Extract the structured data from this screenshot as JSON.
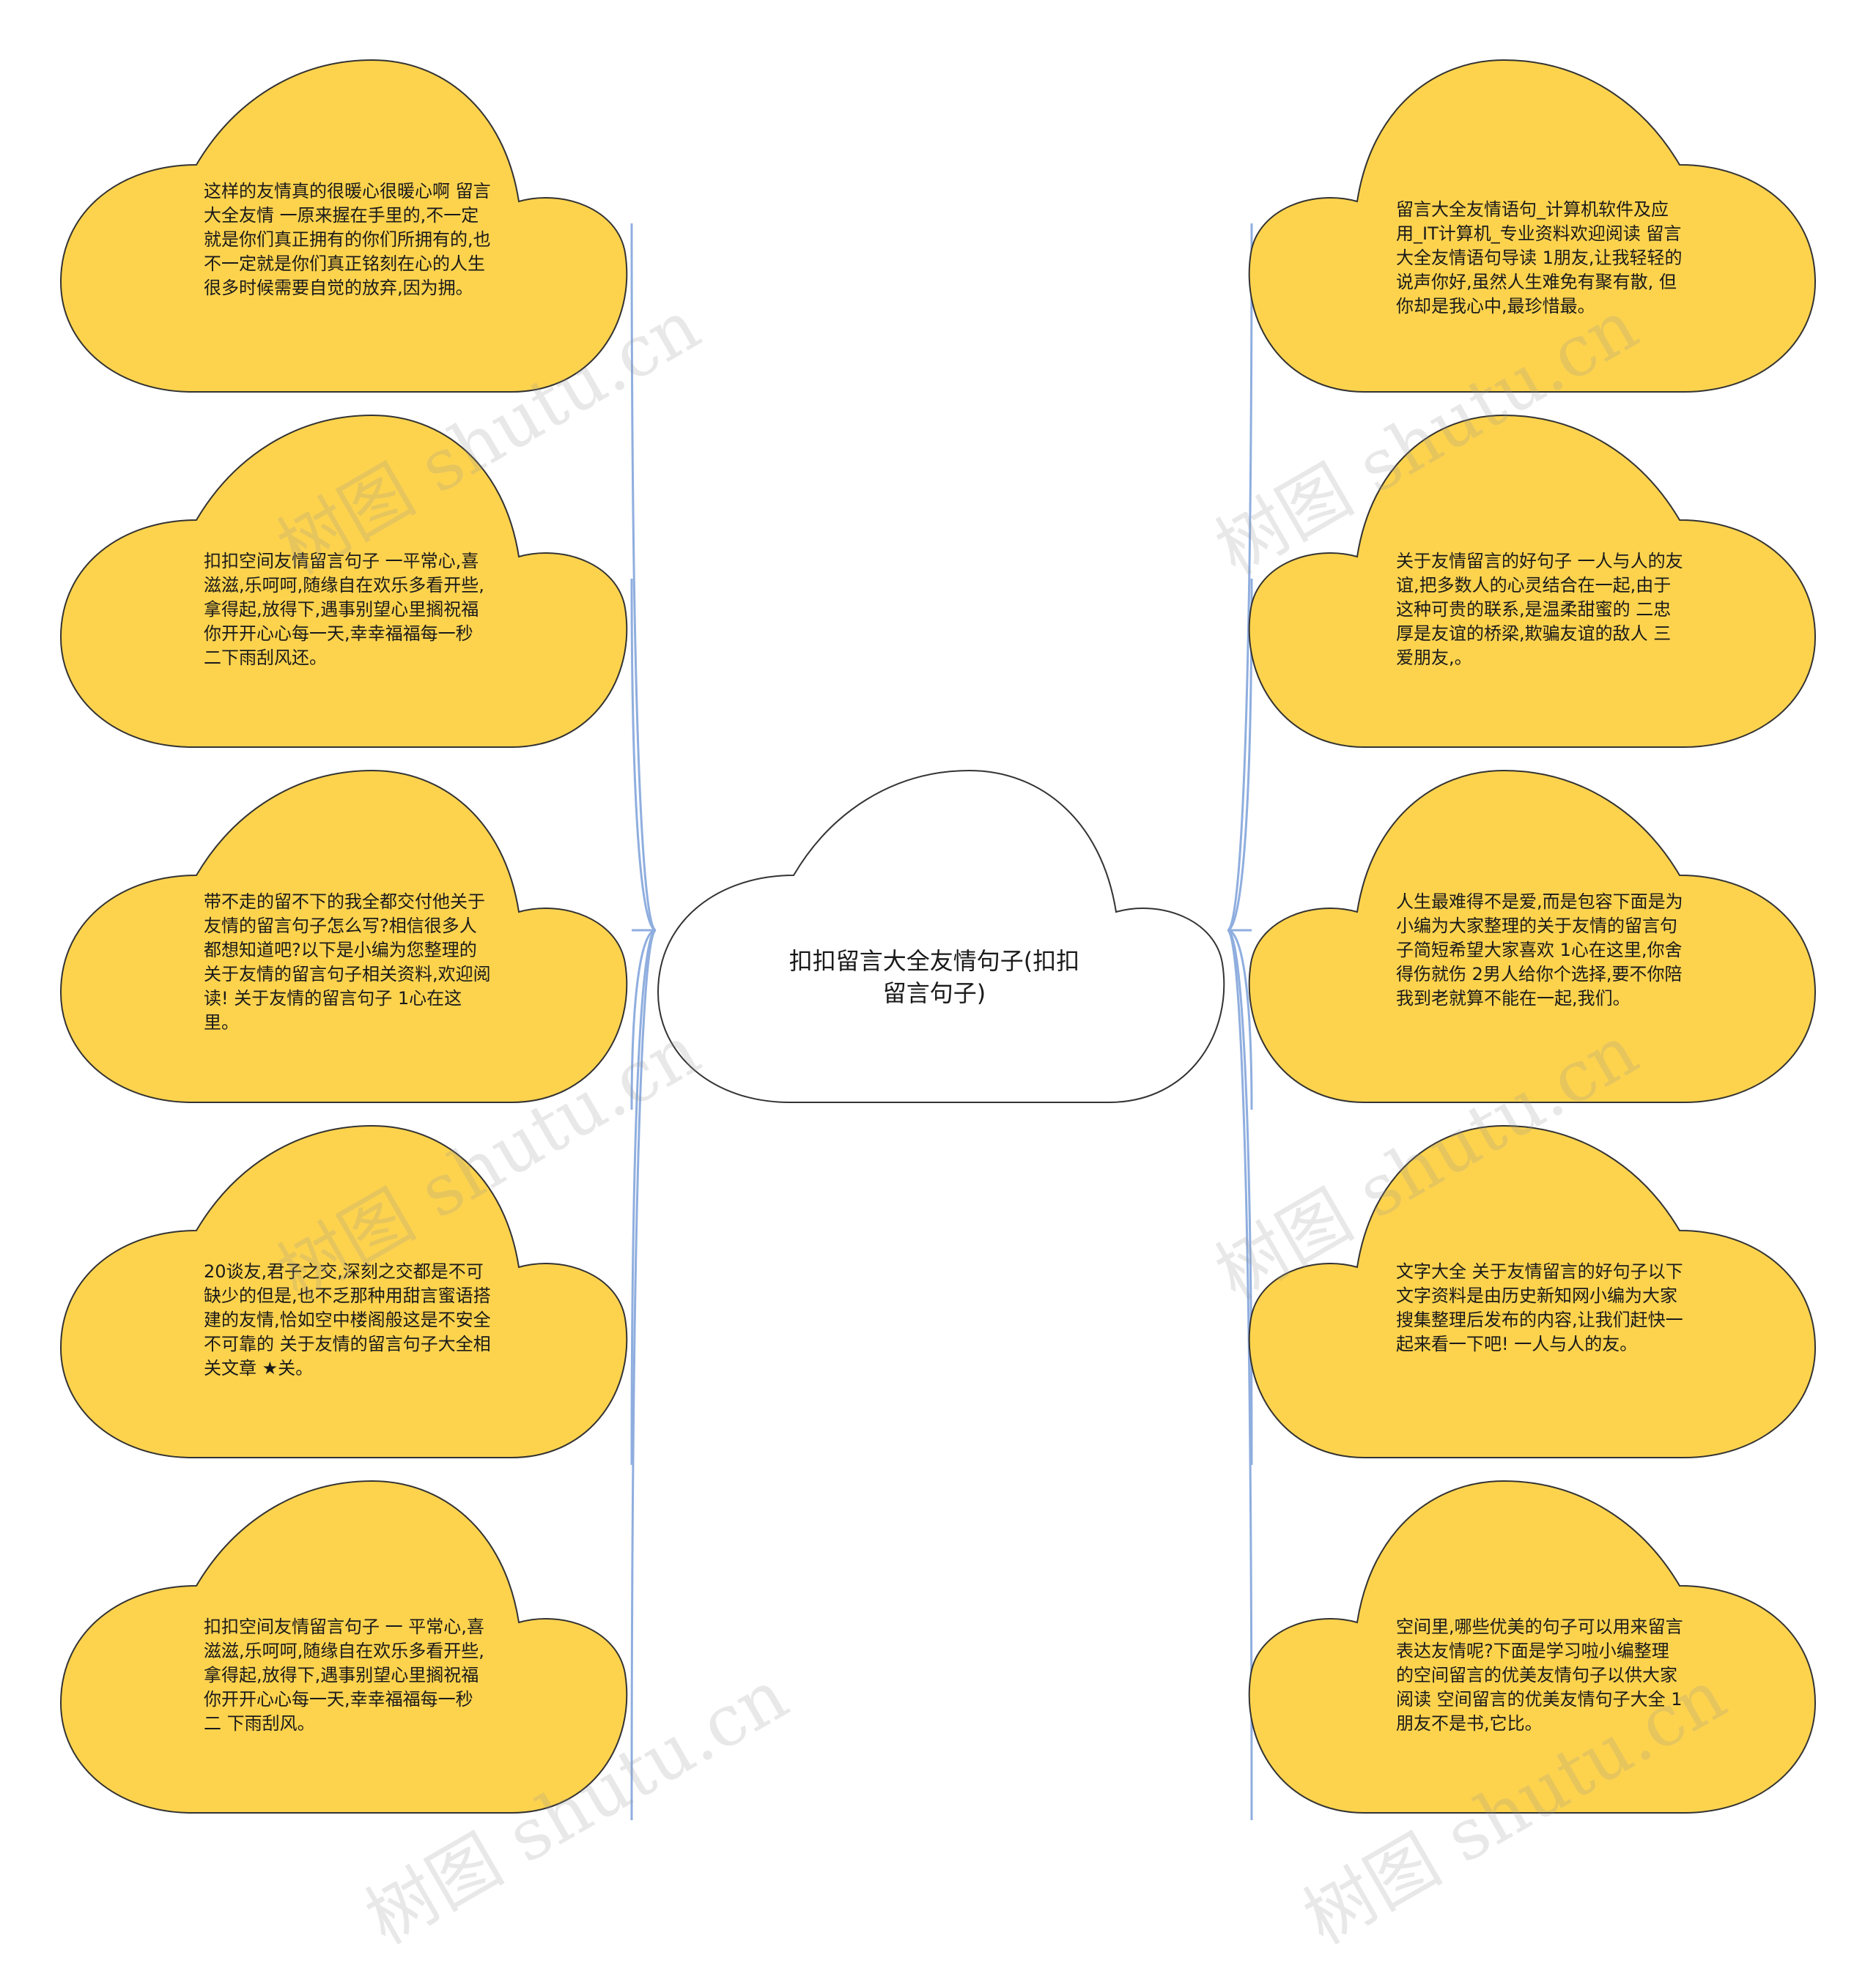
{
  "center": {
    "title": "扣扣留言大全友情句子(扣扣留言句子)"
  },
  "left_nodes": [
    {
      "text": "这样的友情真的很暖心很暖心啊 留言大全友情 一原来握在手里的,不一定就是你们真正拥有的你们所拥有的,也不一定就是你们真正铭刻在心的人生很多时候需要自觉的放弃,因为拥。"
    },
    {
      "text": "扣扣空间友情留言句子 一平常心,喜滋滋,乐呵呵,随缘自在欢乐多看开些,拿得起,放得下,遇事别望心里搁祝福你开开心心每一天,幸幸福福每一秒 二下雨刮风还。"
    },
    {
      "text": "带不走的留不下的我全都交付他关于友情的留言句子怎么写?相信很多人都想知道吧?以下是小编为您整理的关于友情的留言句子相关资料,欢迎阅读! 关于友情的留言句子 1心在这里。"
    },
    {
      "text": "20谈友,君子之交,深刻之交都是不可缺少的但是,也不乏那种用甜言蜜语搭建的友情,恰如空中楼阁般这是不安全不可靠的 关于友情的留言句子大全相关文章 ★关。"
    },
    {
      "text": "扣扣空间友情留言句子 一 平常心,喜滋滋,乐呵呵,随缘自在欢乐多看开些,拿得起,放得下,遇事别望心里搁祝福你开开心心每一天,幸幸福福每一秒 二 下雨刮风。"
    }
  ],
  "right_nodes": [
    {
      "text": "留言大全友情语句_计算机软件及应用_IT计算机_专业资料欢迎阅读  留言大全友情语句导读 1朋友,让我轻轻的说声你好,虽然人生难免有聚有散, 但你却是我心中,最珍惜最。"
    },
    {
      "text": "关于友情留言的好句子 一人与人的友谊,把多数人的心灵结合在一起,由于这种可贵的联系,是温柔甜蜜的 二忠厚是友谊的桥梁,欺骗友谊的敌人 三爱朋友,。"
    },
    {
      "text": "人生最难得不是爱,而是包容下面是为小编为大家整理的关于友情的留言句子简短希望大家喜欢 1心在这里,你舍得伤就伤 2男人给你个选择,要不你陪我到老就算不能在一起,我们。"
    },
    {
      "text": "文字大全 关于友情留言的好句子以下文字资料是由历史新知网小编为大家搜集整理后发布的内容,让我们赶快一起来看一下吧! 一人与人的友。"
    },
    {
      "text": "空间里,哪些优美的句子可以用来留言表达友情呢?下面是学习啦小编整理的空间留言的优美友情句子以供大家阅读 空间留言的优美友情句子大全 1 朋友不是书,它比。"
    }
  ],
  "watermark": {
    "text": "树图 shutu.cn"
  },
  "colors": {
    "cloud_fill": "#FDD34E",
    "cloud_stroke": "#333333",
    "center_fill": "#FFFFFF",
    "connector": "#8FAEDF"
  }
}
